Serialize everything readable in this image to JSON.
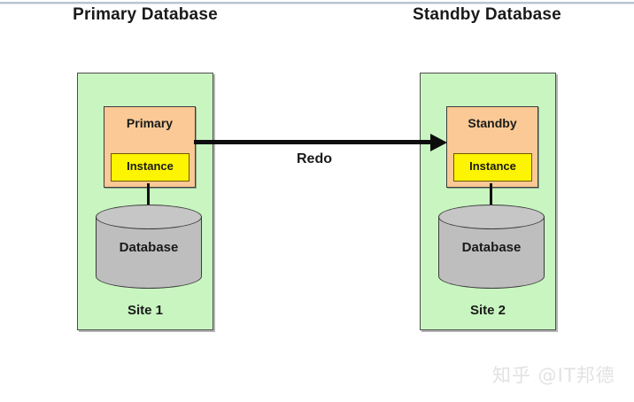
{
  "diagram": {
    "type": "oracle-data-guard-architecture",
    "titles": {
      "primary": "Primary Database",
      "standby": "Standby Database"
    },
    "flow": {
      "label": "Redo",
      "direction": "left-to-right",
      "from": "Primary",
      "to": "Standby"
    },
    "sites": [
      {
        "id": "site-1",
        "site_label": "Site 1",
        "role_label": "Primary",
        "instance_label": "Instance",
        "database_label": "Database"
      },
      {
        "id": "site-2",
        "site_label": "Site 2",
        "role_label": "Standby",
        "instance_label": "Instance",
        "database_label": "Database"
      }
    ],
    "colors": {
      "site_fill": "#C8F5C0",
      "role_fill": "#FAC995",
      "instance_fill": "#FCF400",
      "database_fill": "#BEBEBE",
      "stroke": "#3A3A3A",
      "arrow": "#0D0D0D",
      "text": "#1A1A1A",
      "background": "#FFFFFF",
      "watermark": "#E2E2E2",
      "top_rule": "#B9C4CF"
    }
  },
  "watermark": {
    "text": "知乎 @IT邦德"
  }
}
